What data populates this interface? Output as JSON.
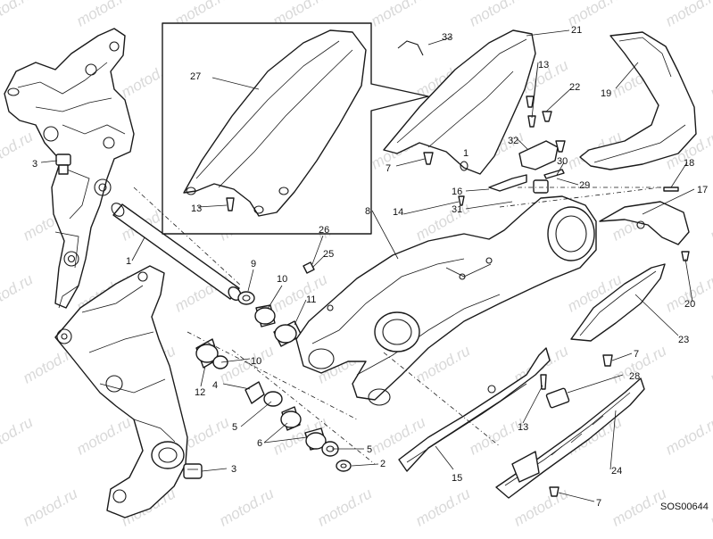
{
  "diagram": {
    "reference_code": "SOS00644",
    "watermark": "motod.ru",
    "callouts": [
      "1",
      "1",
      "2",
      "3",
      "3",
      "4",
      "5",
      "5",
      "6",
      "7",
      "7",
      "7",
      "8",
      "9",
      "10",
      "10",
      "11",
      "12",
      "13",
      "13",
      "13",
      "14",
      "15",
      "16",
      "17",
      "18",
      "19",
      "20",
      "21",
      "22",
      "23",
      "24",
      "25",
      "26",
      "27",
      "28",
      "29",
      "30",
      "31",
      "32",
      "33"
    ],
    "colors": {
      "line": "#1a1a1a",
      "background": "#ffffff",
      "watermark": "#d9d9d9"
    }
  }
}
